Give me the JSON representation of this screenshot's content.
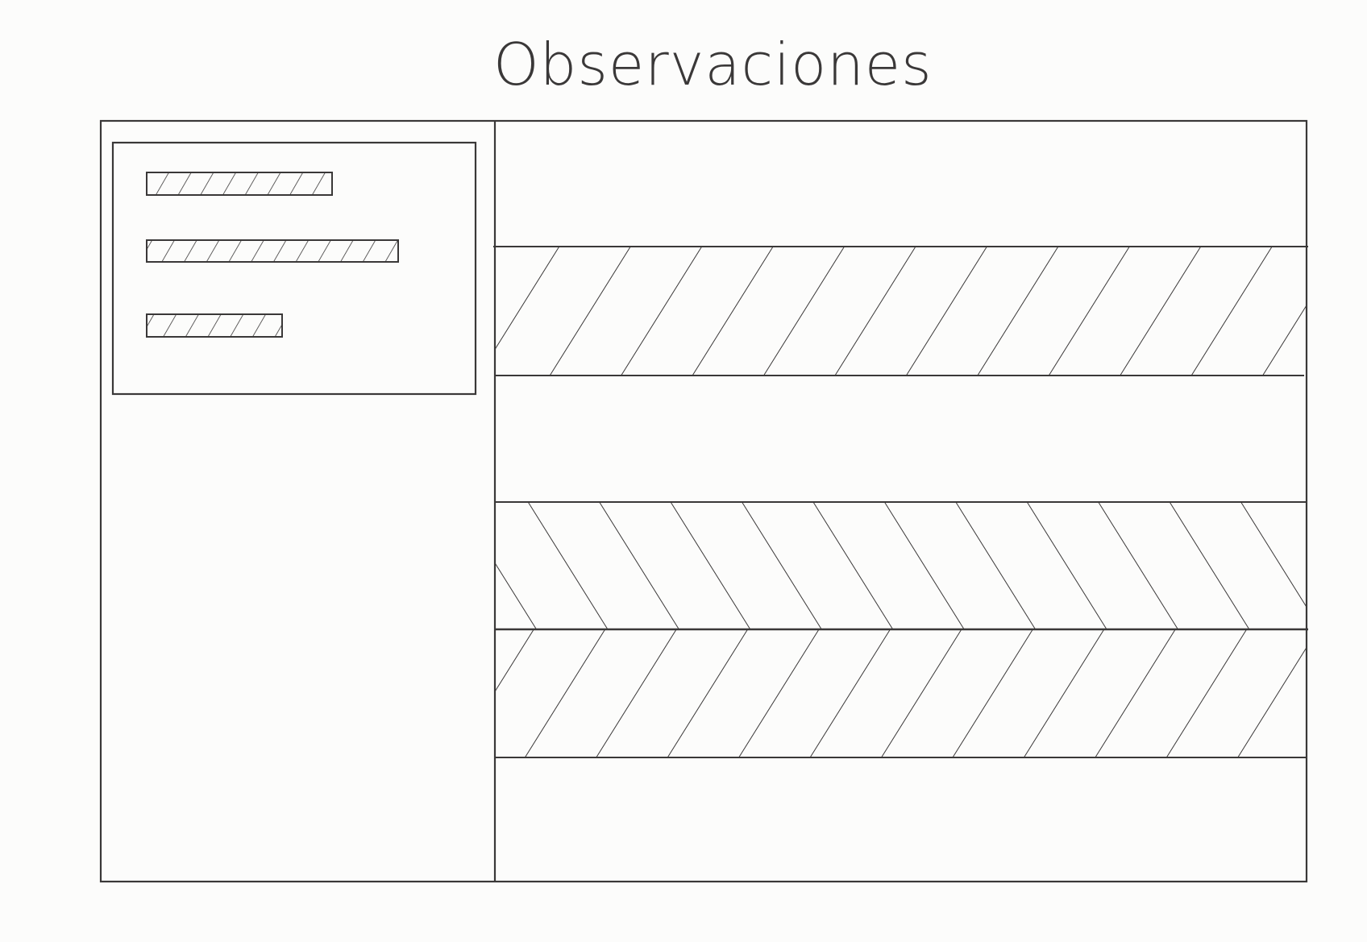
{
  "title": "Observaciones",
  "colors": {
    "ink": "#3a3838",
    "paper": "#fcfcfb"
  },
  "sidebar": {
    "filter_bars": [
      {
        "hatch": "right-down"
      },
      {
        "hatch": "right-down"
      },
      {
        "hatch": "right-down"
      }
    ]
  },
  "bands": [
    {
      "hatch": "none"
    },
    {
      "hatch": "right-down"
    },
    {
      "hatch": "none"
    },
    {
      "hatch": "right-up"
    },
    {
      "hatch": "right-down"
    },
    {
      "hatch": "none"
    }
  ]
}
